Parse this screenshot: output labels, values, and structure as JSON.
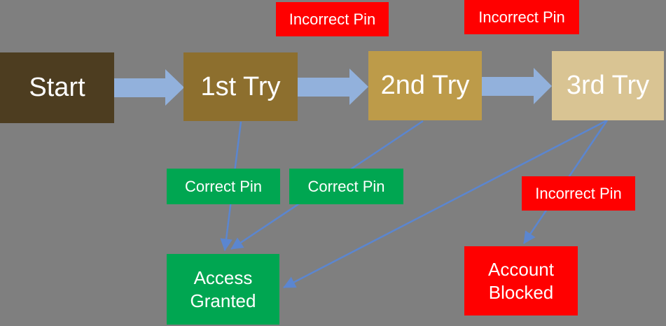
{
  "canvas": {
    "background_color": "#7f7f7f"
  },
  "flow_nodes": {
    "start": {
      "label": "Start",
      "fill": "#4d3d20",
      "text_color": "#ffffff"
    },
    "try1": {
      "label": "1st Try",
      "fill": "#8d6f2e",
      "text_color": "#ffffff"
    },
    "try2": {
      "label": "2nd Try",
      "fill": "#bd9b49",
      "text_color": "#ffffff"
    },
    "try3": {
      "label": "3rd Try",
      "fill": "#d9c493",
      "text_color": "#ffffff"
    },
    "access_granted": {
      "label": "Access Granted",
      "line1": "Access",
      "line2": "Granted",
      "fill": "#00a651",
      "text_color": "#ffffff"
    },
    "account_blocked": {
      "label": "Account Blocked",
      "line1": "Account",
      "line2": "Blocked",
      "fill": "#ff0000",
      "text_color": "#ffffff"
    }
  },
  "edge_labels": {
    "incorrect_pin_1": {
      "text": "Incorrect Pin",
      "fill": "#ff0000"
    },
    "incorrect_pin_2": {
      "text": "Incorrect Pin",
      "fill": "#ff0000"
    },
    "incorrect_pin_3": {
      "text": "Incorrect Pin",
      "fill": "#ff0000"
    },
    "correct_pin_1": {
      "text": "Correct Pin",
      "fill": "#00a651"
    },
    "correct_pin_2": {
      "text": "Correct Pin",
      "fill": "#00a651"
    }
  },
  "edges": [
    {
      "from": "Start",
      "to": "1st Try",
      "style": "block-arrow"
    },
    {
      "from": "1st Try",
      "to": "2nd Try",
      "style": "block-arrow",
      "label": "Incorrect Pin"
    },
    {
      "from": "2nd Try",
      "to": "3rd Try",
      "style": "block-arrow",
      "label": "Incorrect Pin"
    },
    {
      "from": "1st Try",
      "to": "Access Granted",
      "style": "line-arrow",
      "label": "Correct Pin"
    },
    {
      "from": "2nd Try",
      "to": "Access Granted",
      "style": "line-arrow",
      "label": "Correct Pin"
    },
    {
      "from": "3rd Try",
      "to": "Access Granted",
      "style": "line-arrow"
    },
    {
      "from": "3rd Try",
      "to": "Account Blocked",
      "style": "line-arrow",
      "label": "Incorrect Pin"
    }
  ],
  "colors": {
    "block_arrow": "#92b1dc",
    "connector_line": "#5b86d0",
    "node_text": "#ffffff",
    "background": "#7f7f7f",
    "incorrect": "#ff0000",
    "correct": "#00a651"
  }
}
